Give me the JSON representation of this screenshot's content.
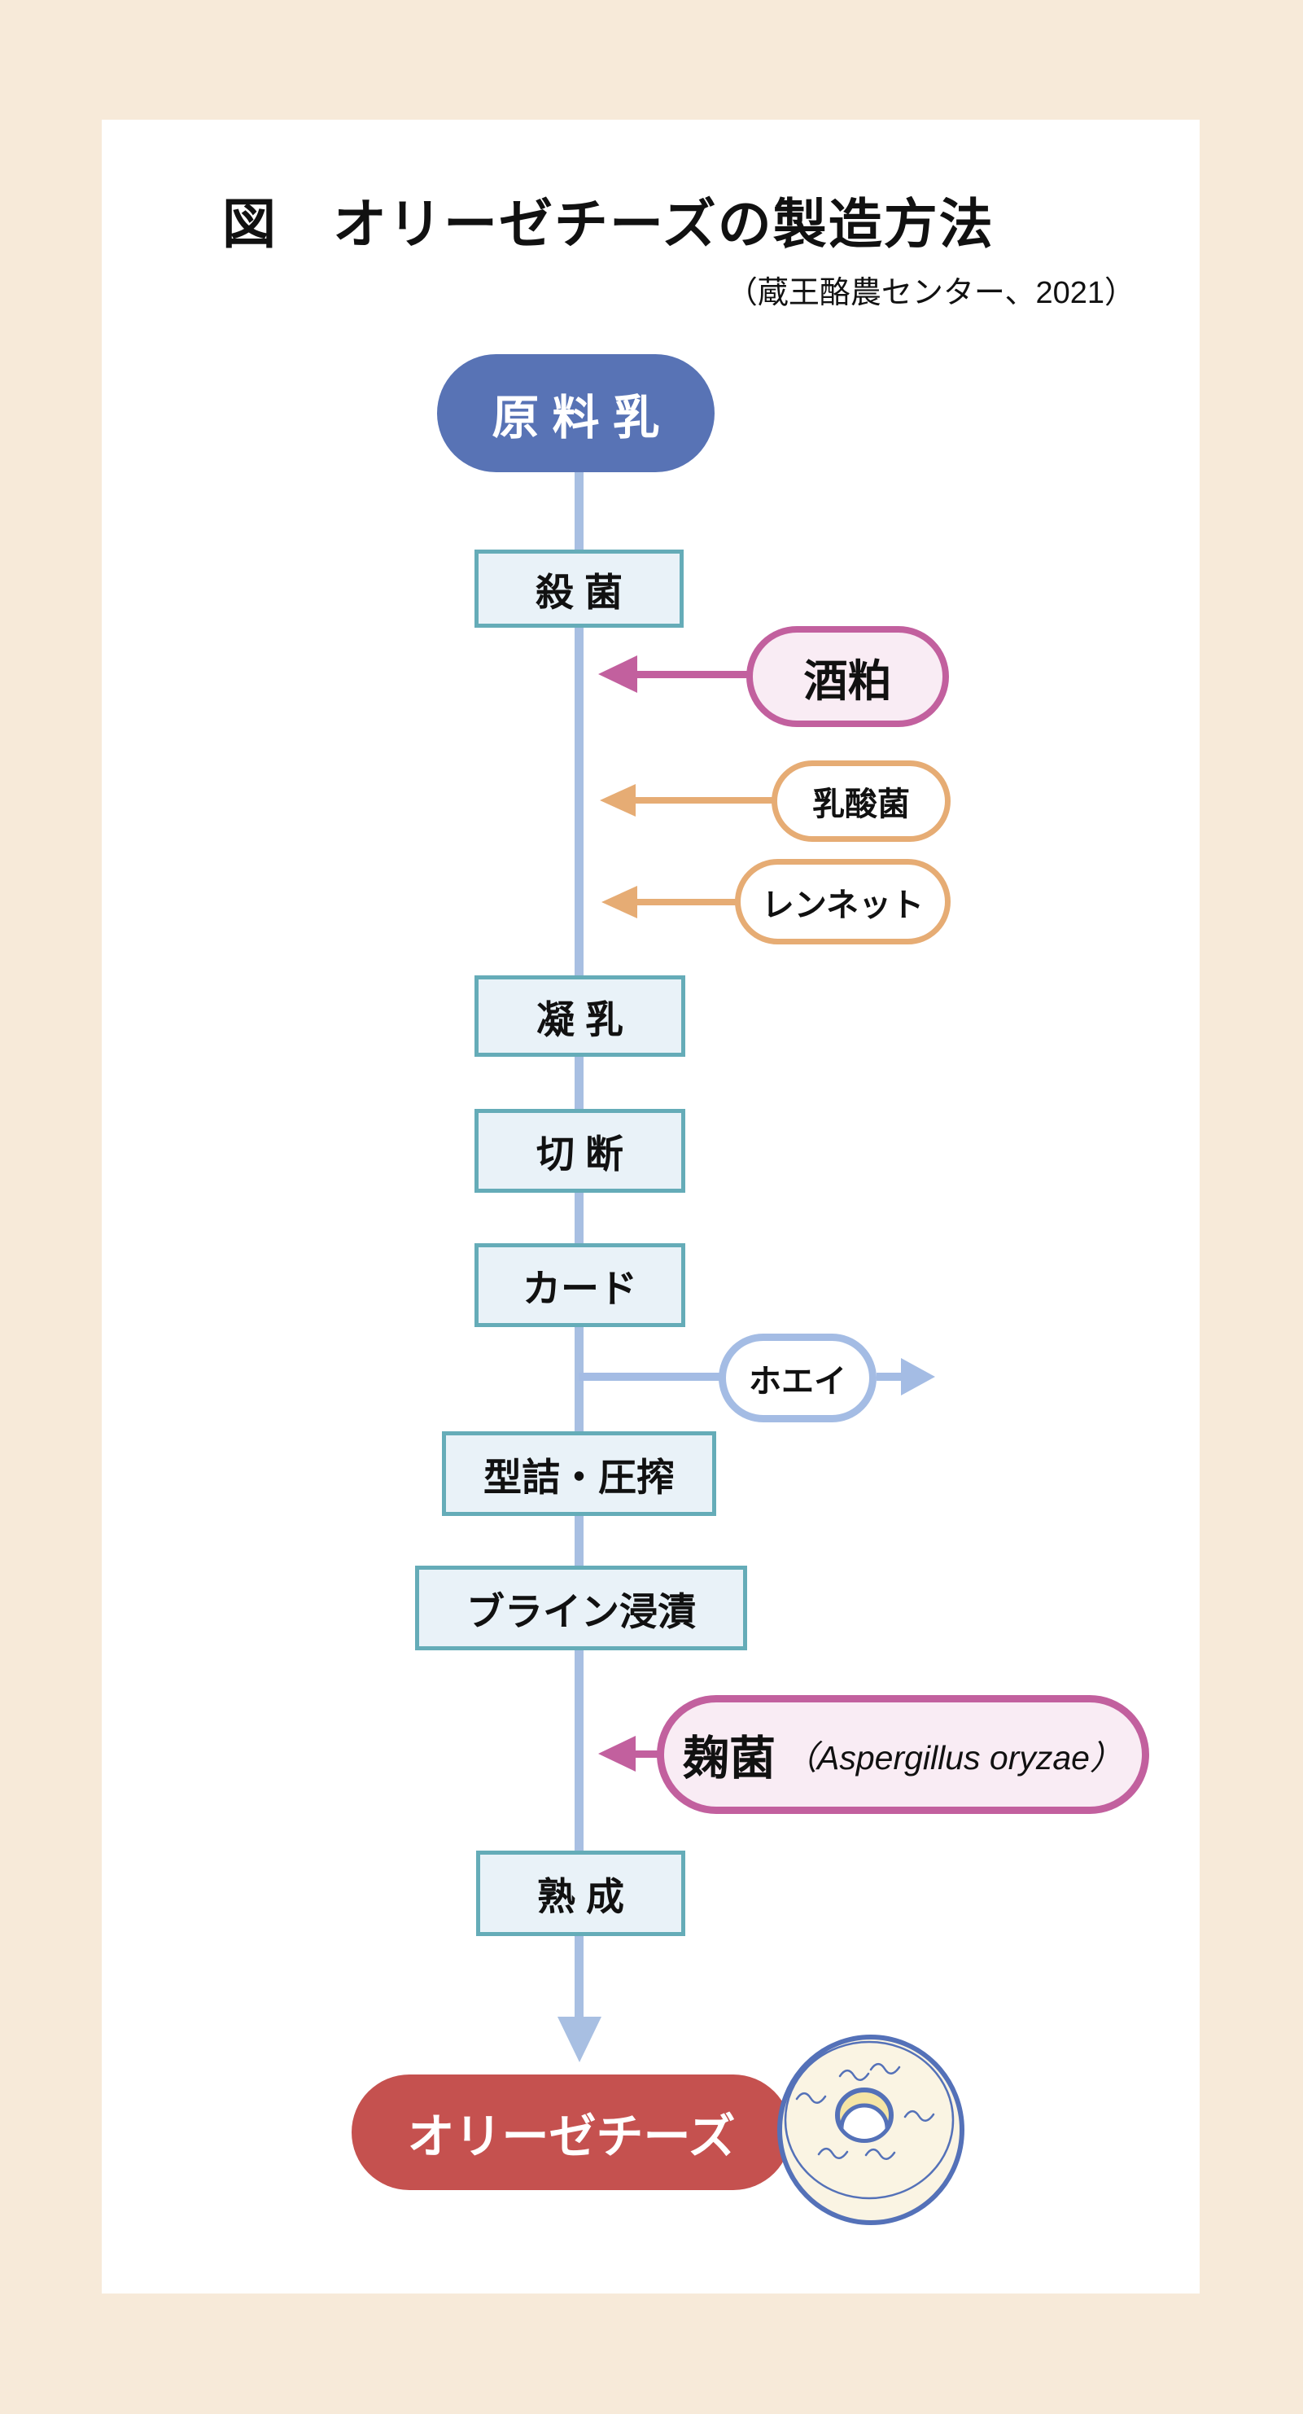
{
  "title": "図　オリーゼチーズの製造方法",
  "source": "（蔵王酪農センター、2021）",
  "flow": {
    "start": "原 料 乳",
    "steps": {
      "sterilization": "殺 菌",
      "curdling": "凝 乳",
      "cutting": "切 断",
      "curd": "カード",
      "molding_pressing": "型詰・圧搾",
      "brine_soaking": "ブライン浸漬",
      "ripening": "熟 成"
    },
    "end": "オリーゼチーズ"
  },
  "callouts": {
    "sake_lees": "酒粕",
    "lactic_acid_bacteria": "乳酸菌",
    "rennet": "レンネット",
    "whey": "ホエイ",
    "koji_mold": "麹菌",
    "koji_mold_latin": "（Aspergillus oryzae）"
  },
  "colors": {
    "background": "#f7ead9",
    "panel": "#ffffff",
    "start_node": "#5873b5",
    "process_box_border": "#65acb8",
    "process_box_fill": "#e9f2f8",
    "flow_line": "#a8bfe2",
    "additive_pink": "#c2609e",
    "additive_pink_fill": "#f9ecf4",
    "additive_orange": "#e6ac74",
    "whey_blue": "#a4bce4",
    "end_node_red": "#c5514f",
    "cheese_outline": "#5471b8",
    "cheese_fill": "#faf4e3",
    "cheese_hole_yellow": "#f5e5a5",
    "text": "#111111"
  }
}
